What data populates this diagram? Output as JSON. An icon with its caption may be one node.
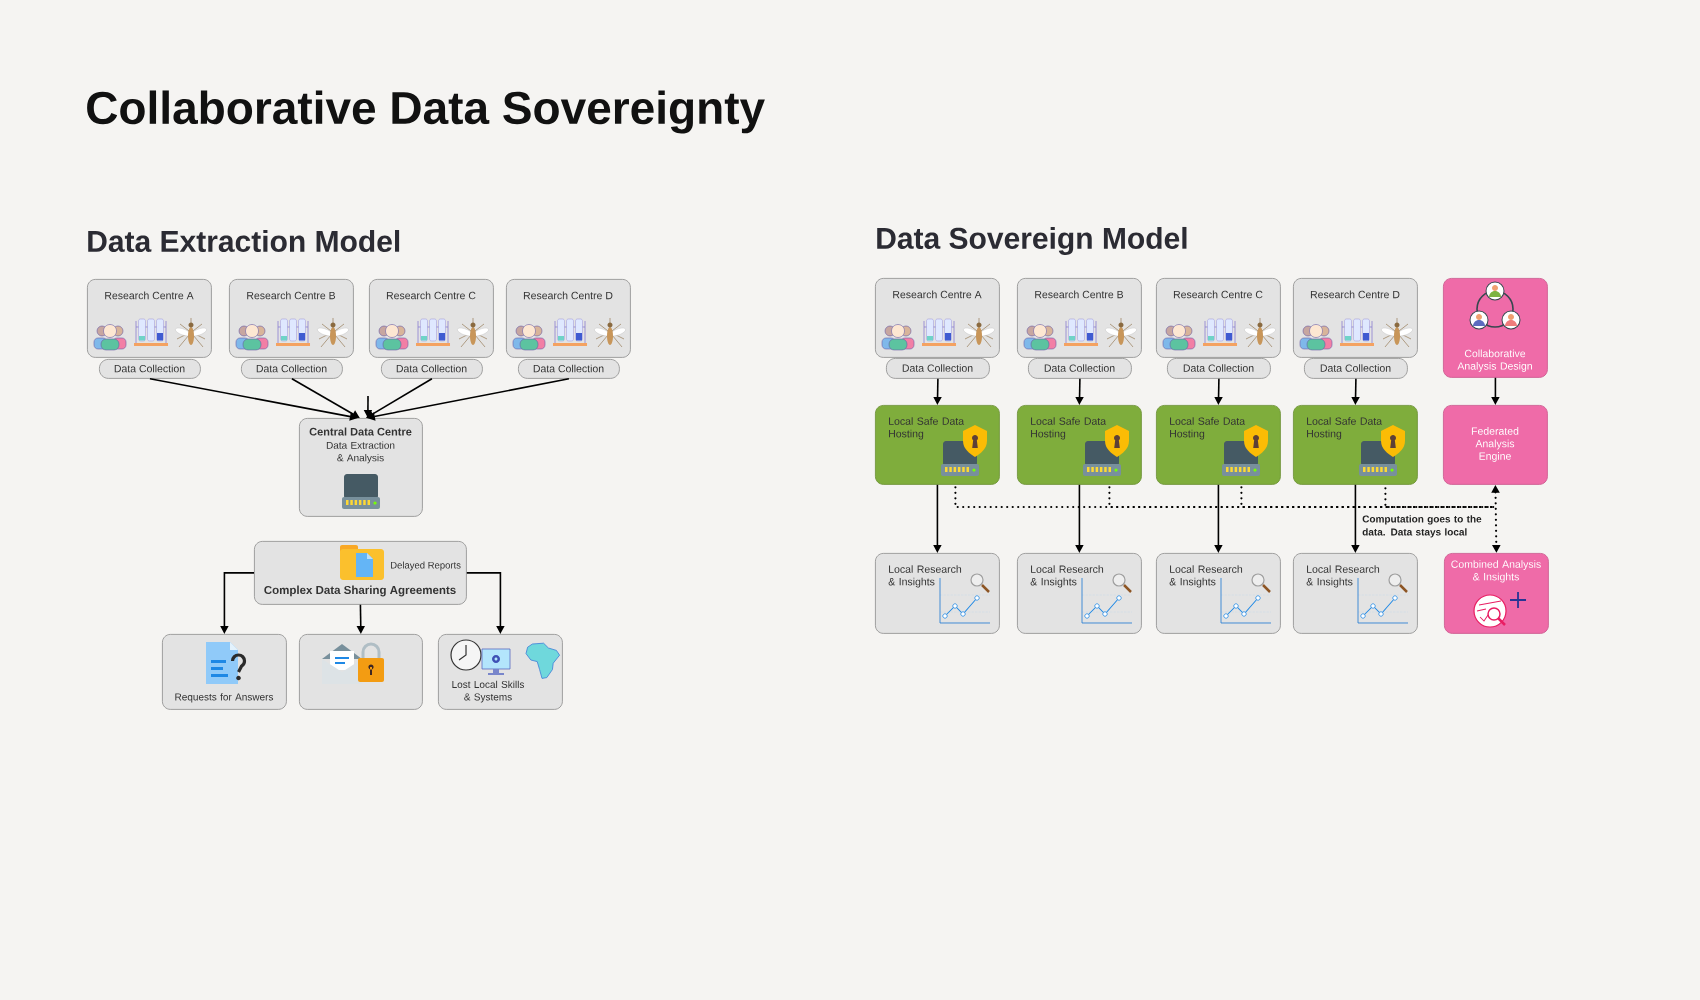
{
  "diagram": {
    "title": "Collaborative Data Sovereignty",
    "nodes": [
      {
        "text": [
          "Research Centre A"
        ]
      },
      {
        "text": [
          "Data Collection"
        ]
      },
      {
        "text": [
          "Research Centre B"
        ]
      },
      {
        "text": [
          "Data Collection"
        ]
      },
      {
        "text": [
          "Research Centre C"
        ]
      },
      {
        "text": [
          "Data Collection"
        ]
      },
      {
        "text": [
          "Research Centre D"
        ]
      },
      {
        "text": [
          "Data Collection"
        ]
      },
      {
        "text": [
          "Central Data Centre",
          "Data Extraction & Analysis"
        ]
      },
      {
        "text": [
          "Delayed Reports",
          "Complex Data Sharing Agreements"
        ]
      },
      {
        "text": [
          "Requests for Answers"
        ]
      },
      {
        "text": [],
        "shape": "box"
      },
      {
        "text": [
          "Lost Local Skills & Systems"
        ]
      },
      {
        "text": [
          "Research Centre A"
        ]
      },
      {
        "text": [
          "Data Collection"
        ]
      },
      {
        "text": [
          "Research Centre B"
        ]
      },
      {
        "text": [
          "Data Collection"
        ]
      },
      {
        "text": [
          "Research Centre C"
        ]
      },
      {
        "text": [
          "Data Collection"
        ]
      },
      {
        "text": [
          "Research Centre D"
        ]
      },
      {
        "text": [
          "Data Collection"
        ]
      },
      {
        "text": [
          "Collaborative Analysis Design"
        ]
      },
      {
        "text": [
          "Local Safe Data Hosting"
        ]
      },
      {
        "text": [
          "Local Safe Data Hosting"
        ]
      },
      {
        "text": [
          "Local Safe Data Hosting"
        ]
      },
      {
        "text": [
          "Local Safe Data Hosting"
        ]
      },
      {
        "text": [
          "Federated Analysis Engine"
        ]
      },
      {
        "text": [
          "Local Research & Insights"
        ]
      },
      {
        "text": [
          "Local Research & Insights"
        ]
      },
      {
        "text": [
          "Local Research & Insights"
        ]
      },
      {
        "text": [
          "Local Research & Insights"
        ]
      },
      {
        "text": [
          "Combined Analysis & Insights"
        ]
      }
    ],
    "edges": [
      {
        "from": 1,
        "to": 8,
        "arrow": "to"
      },
      {
        "from": 3,
        "to": 8,
        "arrow": "to"
      },
      {
        "from": 5,
        "to": 8,
        "arrow": "to"
      },
      {
        "from": 7,
        "to": 8,
        "arrow": "to"
      },
      {
        "from": null,
        "to": 8,
        "arrow": "to"
      },
      {
        "from": 9,
        "to": 10,
        "arrow": "to"
      },
      {
        "from": 9,
        "to": 11,
        "arrow": "to"
      },
      {
        "from": 9,
        "to": 12,
        "arrow": "to"
      },
      {
        "from": 14,
        "to": 22,
        "arrow": "to"
      },
      {
        "from": 16,
        "to": 23,
        "arrow": "to"
      },
      {
        "from": 18,
        "to": 24,
        "arrow": "to"
      },
      {
        "from": 20,
        "to": 25,
        "arrow": "to"
      },
      {
        "from": 21,
        "to": 26,
        "arrow": "to"
      },
      {
        "from": 22,
        "to": 27,
        "arrow": "to"
      },
      {
        "from": 23,
        "to": 28,
        "arrow": "to"
      },
      {
        "from": 24,
        "to": 29,
        "arrow": "to"
      },
      {
        "from": 25,
        "to": 30,
        "arrow": "to"
      },
      {
        "from": 22,
        "to": 26,
        "arrow": "to",
        "style": "dashed"
      },
      {
        "from": 23,
        "to": 26,
        "arrow": "to",
        "style": "dashed"
      },
      {
        "from": 24,
        "to": 26,
        "arrow": "to",
        "style": "dashed"
      },
      {
        "from": 25,
        "to": 26,
        "arrow": "to",
        "style": "dashed"
      },
      {
        "from": 22,
        "to": 31,
        "arrow": "to",
        "style": "dashed"
      },
      {
        "from": 23,
        "to": 31,
        "arrow": "to",
        "style": "dashed"
      },
      {
        "from": 24,
        "to": 31,
        "arrow": "to",
        "style": "dashed"
      },
      {
        "from": 25,
        "to": 31,
        "arrow": "to",
        "style": "dashed"
      }
    ],
    "labels": [
      "Data Extraction Model",
      "Data Sovereign Model",
      "Computation goes to the data. Data stays local"
    ]
  }
}
